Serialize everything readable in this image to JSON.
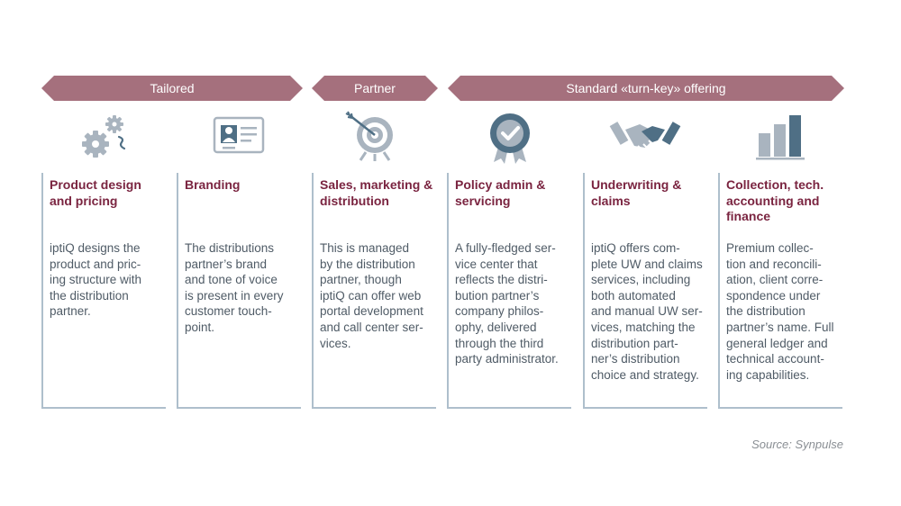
{
  "banners": [
    {
      "label": "Tailored"
    },
    {
      "label": "Partner"
    },
    {
      "label": "Standard «turn-key» offering"
    }
  ],
  "columns": [
    {
      "icon": "gears-icon",
      "title": "Product design\nand pricing",
      "body": "iptiQ designs the\nproduct and pric-\ning structure with\nthe distribution\npartner."
    },
    {
      "icon": "id-card-icon",
      "title": "Branding",
      "body": "The distributions\npartner’s brand\nand tone of voice\nis present in every\ncustomer touch-\npoint."
    },
    {
      "icon": "target-icon",
      "title": "Sales, marketing &\ndistribution",
      "body": "This is managed\nby the distribution\npartner, though\niptiQ can offer web\nportal development\nand call center ser-\nvices."
    },
    {
      "icon": "badge-check-icon",
      "title": "Policy admin &\nservicing",
      "body": "A fully-fledged ser-\nvice center that\nreflects the distri-\nbution partner’s\ncompany philos-\nophy, delivered\nthrough the third\nparty administrator."
    },
    {
      "icon": "handshake-icon",
      "title": "Underwriting &\nclaims",
      "body": "iptiQ offers com-\nplete UW and claims\nservices, including\nboth automated\nand manual UW ser-\nvices, matching the\ndistribution part-\nner’s distribution\nchoice and strategy."
    },
    {
      "icon": "bar-chart-icon",
      "title": "Collection, tech.\naccounting and\nfinance",
      "body": "Premium collec-\ntion and reconcili-\nation, client corre-\nspondence under\nthe distribution\npartner’s name. Full\ngeneral ledger and\ntechnical account-\ning capabilities."
    }
  ],
  "source": "Source: Synpulse",
  "colors": {
    "banner": "#a5707d",
    "title": "#7a2440",
    "body": "#4f5b66",
    "icon_grey": "#a9b4bf",
    "icon_dark": "#4f6f85",
    "rule": "#aebfcc"
  }
}
